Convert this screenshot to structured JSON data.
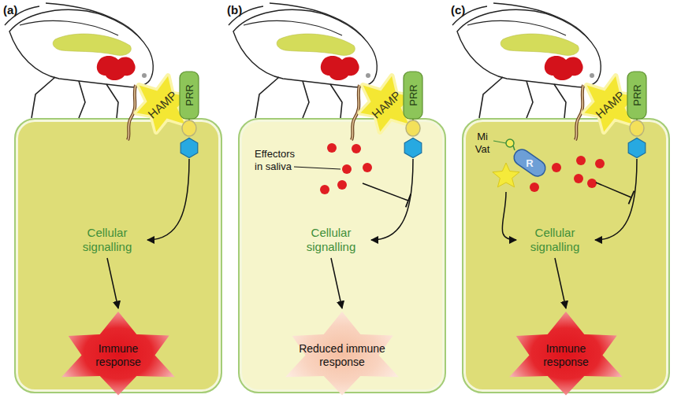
{
  "diagram": {
    "nodes": [
      {
        "text": [
          "(a)"
        ]
      },
      {
        "text": [
          "HAMP"
        ]
      },
      {
        "text": [
          "PRR"
        ]
      },
      {
        "text": [
          "Cellular signalling"
        ],
        "in": 0
      },
      {
        "text": [
          "Immune response"
        ],
        "in": 0
      },
      {
        "text": [
          "(b)"
        ]
      },
      {
        "text": [
          "HAMP"
        ]
      },
      {
        "text": [
          "PRR"
        ]
      },
      {
        "text": [
          "Cellular signalling"
        ],
        "in": 5
      },
      {
        "text": [
          "Reduced immune response"
        ],
        "in": 5
      },
      {
        "text": [
          "(c)"
        ]
      },
      {
        "text": [
          "HAMP"
        ]
      },
      {
        "text": [
          "PRR"
        ]
      },
      {
        "text": [
          "R"
        ],
        "in": 10
      },
      {
        "text": [
          "Cellular signalling"
        ],
        "in": 10
      },
      {
        "text": [
          "Immune response"
        ],
        "in": 10
      }
    ],
    "edges": [
      {
        "from": 2,
        "to": 3,
        "arrow": "to"
      },
      {
        "from": 3,
        "to": 4,
        "arrow": "to"
      },
      {
        "from": 7,
        "to": 8,
        "arrow": "to"
      },
      {
        "from": 8,
        "to": 9,
        "arrow": "to"
      },
      {
        "from": 12,
        "to": 14,
        "arrow": "to"
      },
      {
        "from": 13,
        "to": 14,
        "arrow": "to"
      },
      {
        "from": 14,
        "to": 15,
        "arrow": "to"
      }
    ],
    "labels": [
      "Effectors in saliva",
      "Mi Vat"
    ]
  }
}
